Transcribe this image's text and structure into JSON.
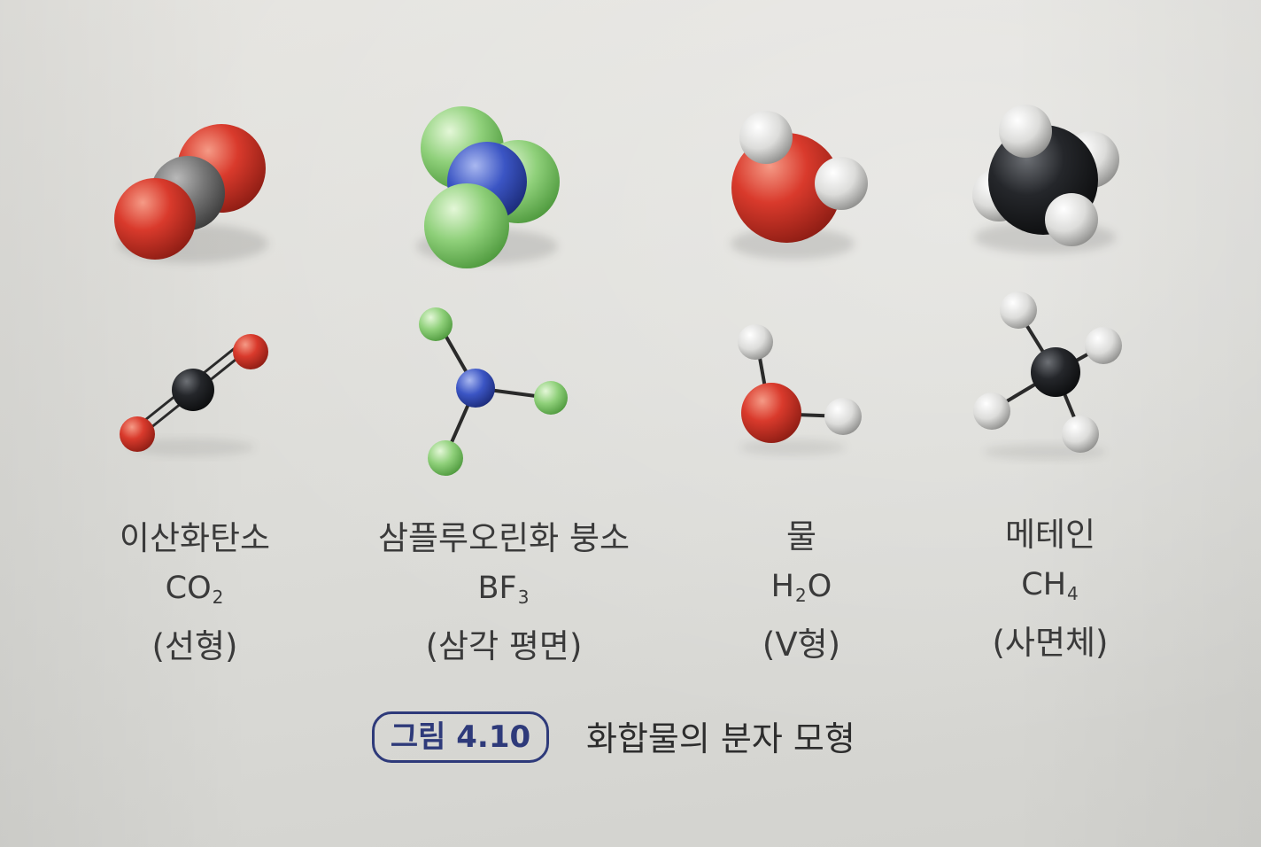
{
  "colors": {
    "oxygen": "#d93a2c",
    "carbon_co2": "#767676",
    "carbon_ch4": "#1f2124",
    "fluorine": "#8fd07a",
    "boron": "#3b55c4",
    "hydrogen": "#e2e2e0",
    "bond": "#2a2a2a",
    "badge": "#2e3a7a"
  },
  "molecules": [
    {
      "name": "이산화탄소",
      "formula_parts": [
        "CO",
        "2",
        ""
      ],
      "shape": "(선형)"
    },
    {
      "name": "삼플루오린화 붕소",
      "formula_parts": [
        "BF",
        "3",
        ""
      ],
      "shape": "(삼각 평면)"
    },
    {
      "name": "물",
      "formula_parts": [
        "H",
        "2",
        "O"
      ],
      "shape": "(V형)"
    },
    {
      "name": "메테인",
      "formula_parts": [
        "CH",
        "4",
        ""
      ],
      "shape": "(사면체)"
    }
  ],
  "caption": {
    "badge": "그림 4.10",
    "text": "화합물의 분자 모형"
  }
}
